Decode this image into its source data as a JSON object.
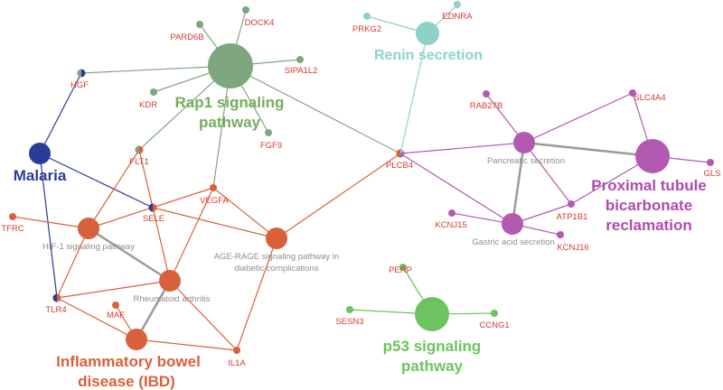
{
  "colors": {
    "rap1": "#7fa77f",
    "rap1_label": "#74ad59",
    "renin": "#8ed1c6",
    "renin_label": "#8fd3c9",
    "proximal": "#b25ab1",
    "proximal_label": "#b04ab0",
    "malaria": "#2b3c97",
    "malaria_label": "#2b3c97",
    "ibd": "#d8613b",
    "ibd_label": "#d8613b",
    "p53": "#6cc45e",
    "p53_label": "#6cc45e",
    "gene_text": "#d83a2a",
    "pathway_text": "#8f8f8f",
    "hub_edge": "#9a9a9a"
  },
  "clusters": {
    "rap1": [
      "Rap1 signaling",
      "pathway"
    ],
    "renin": [
      "Renin secretion"
    ],
    "proximal": [
      "Proximal tubule",
      "bicarbonate",
      "reclamation"
    ],
    "malaria": [
      "Malaria"
    ],
    "ibd": [
      "Inflammatory bowel",
      "disease (IBD)"
    ],
    "p53": [
      "p53 signaling",
      "pathway"
    ]
  },
  "pathways": {
    "pancreatic": "Pancreatic secretion",
    "gastric": "Gastric acid secretion",
    "hif1": "HIF-1 signaling pathway",
    "age_rage": [
      "AGE-RAGE signaling pathway in",
      "diabetic complications"
    ],
    "ra": "Rheumatoid arthritis"
  },
  "genes": {
    "PARD6B": "PARD6B",
    "DOCK4": "DOCK4",
    "SIPA1L2": "SIPA1L2",
    "KDR": "KDR",
    "FGF9": "FGF9",
    "HGF": "HGF",
    "FLT1": "FLT1",
    "VEGFA": "VEGFA",
    "SELE": "SELE",
    "TFRC": "TFRC",
    "TLR4": "TLR4",
    "MAF": "MAF",
    "IL1A": "IL1A",
    "PRKG2": "PRKG2",
    "EDNRA": "EDNRA",
    "PLCB4": "PLCB4",
    "RAB27B": "RAB27B",
    "SLC4A4": "SLC4A4",
    "GLS": "GLS",
    "ATP1B1": "ATP1B1",
    "KCNJ15": "KCNJ15",
    "KCNJ16": "KCNJ16",
    "PERP": "PERP",
    "SESN3": "SESN3",
    "CCNG1": "CCNG1"
  }
}
